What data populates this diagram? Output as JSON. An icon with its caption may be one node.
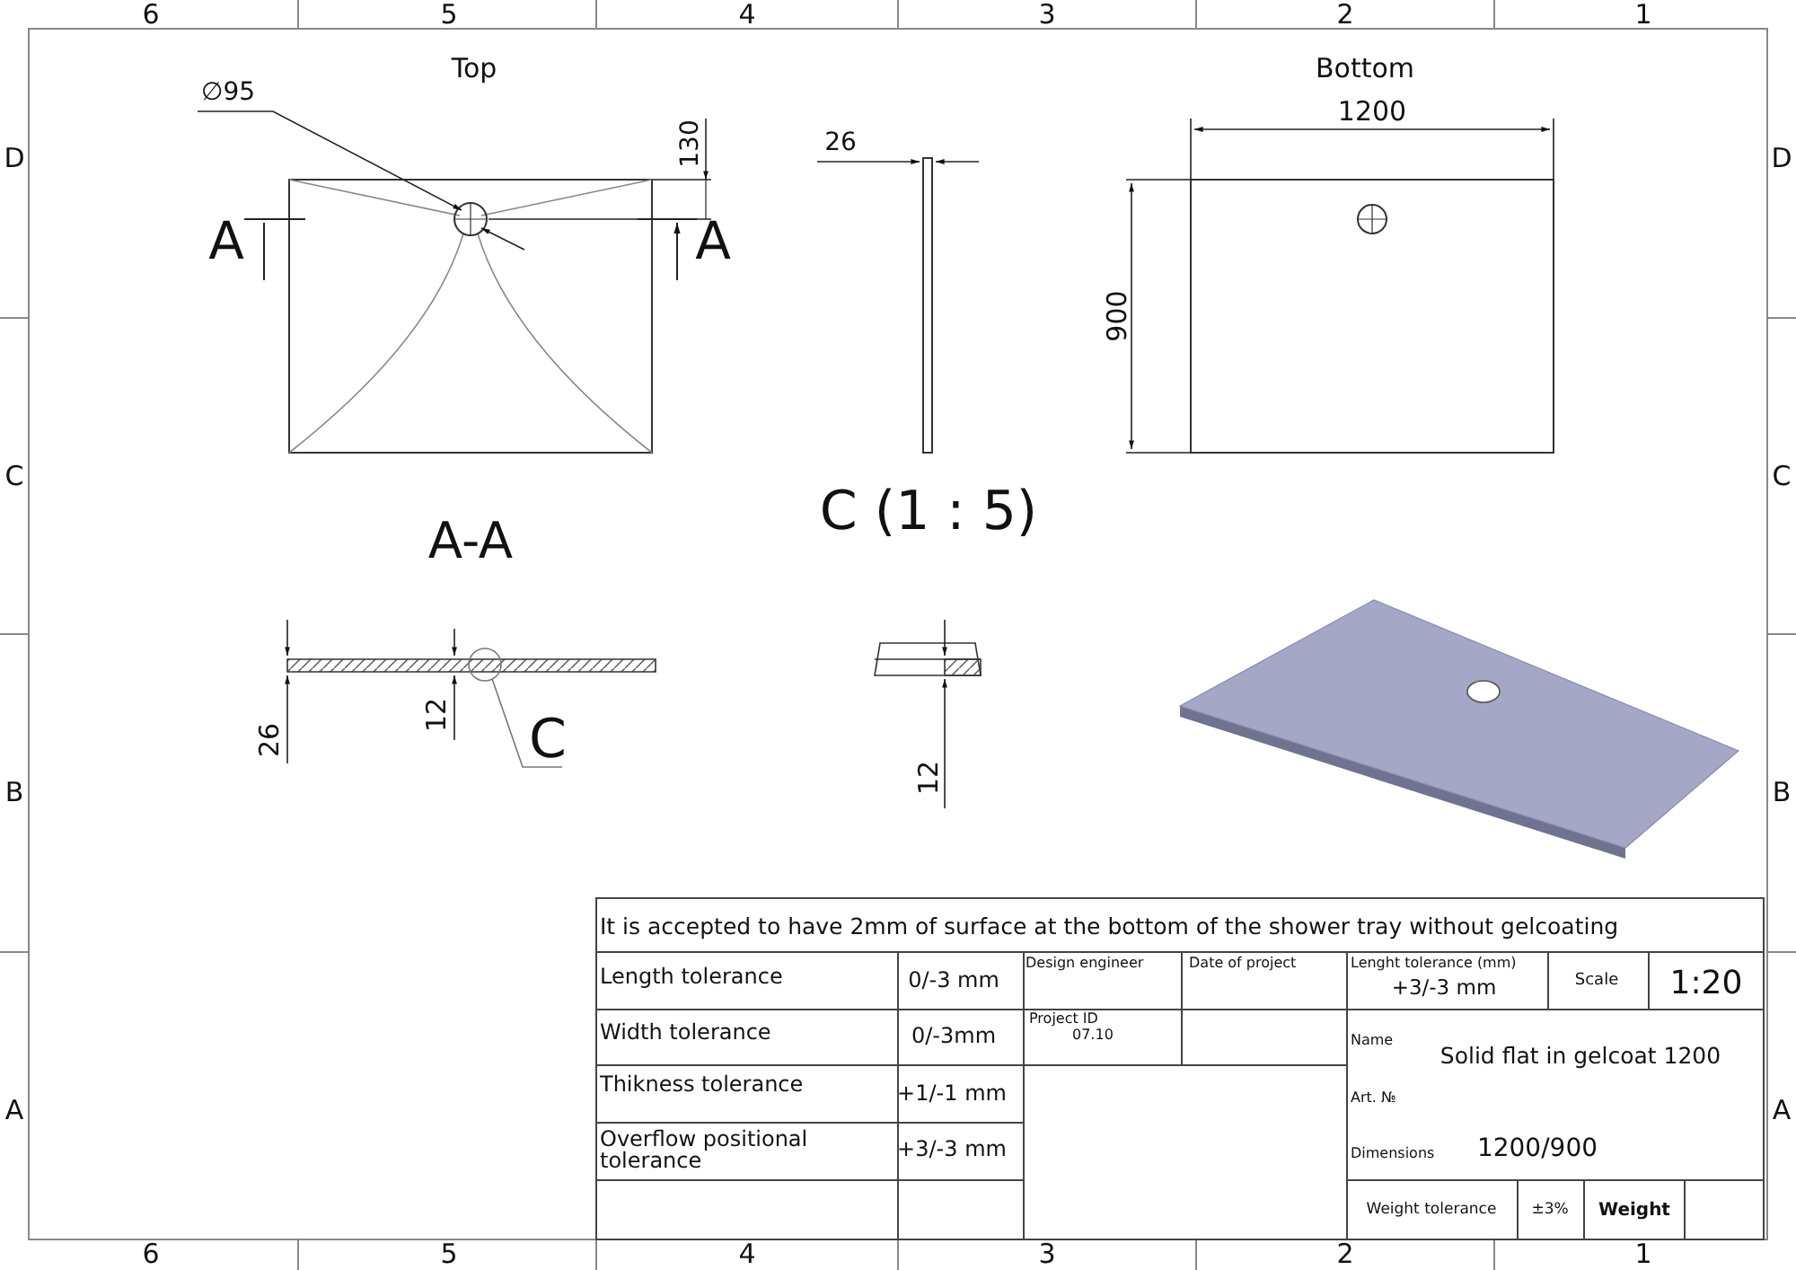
{
  "diagram": {
    "nodes": [
      {
        "text": [
          "C"
        ]
      },
      {
        "text": [],
        "shape": "circle"
      }
    ],
    "edges": [
      {
        "from": 0,
        "to": 1,
        "arrow": "none"
      }
    ],
    "labels": [
      "6",
      "5",
      "4",
      "3",
      "2",
      "1",
      "Top",
      "Bottom",
      "∅95",
      "130",
      "26",
      "1200",
      "A",
      "A",
      "900",
      "C (1 : 5)",
      "A-A",
      "26",
      "12",
      "12",
      "It is accepted to have 2mm of surface at the bottom of the shower tray without gelcoating",
      "Length tolerance",
      "0/-3 mm",
      "Design engineer",
      "Date of project",
      "Lenght tolerance (mm)",
      "+3/-3 mm",
      "Scale",
      "1:20",
      "Width tolerance",
      "0/-3mm",
      "Project ID",
      "07.10",
      "Name",
      "Solid flat in gelcoat 1200",
      "Thikness tolerance",
      "+1/-1 mm",
      "Art. №",
      "Overflow positional tolerance",
      "+3/-3 mm",
      "Dimensions",
      "1200/900",
      "Weight tolerance",
      "±3%",
      "Weight",
      "6",
      "5",
      "4",
      "3",
      "2",
      "1",
      "D",
      "C",
      "B",
      "A",
      "D",
      "C",
      "B",
      "A"
    ]
  }
}
